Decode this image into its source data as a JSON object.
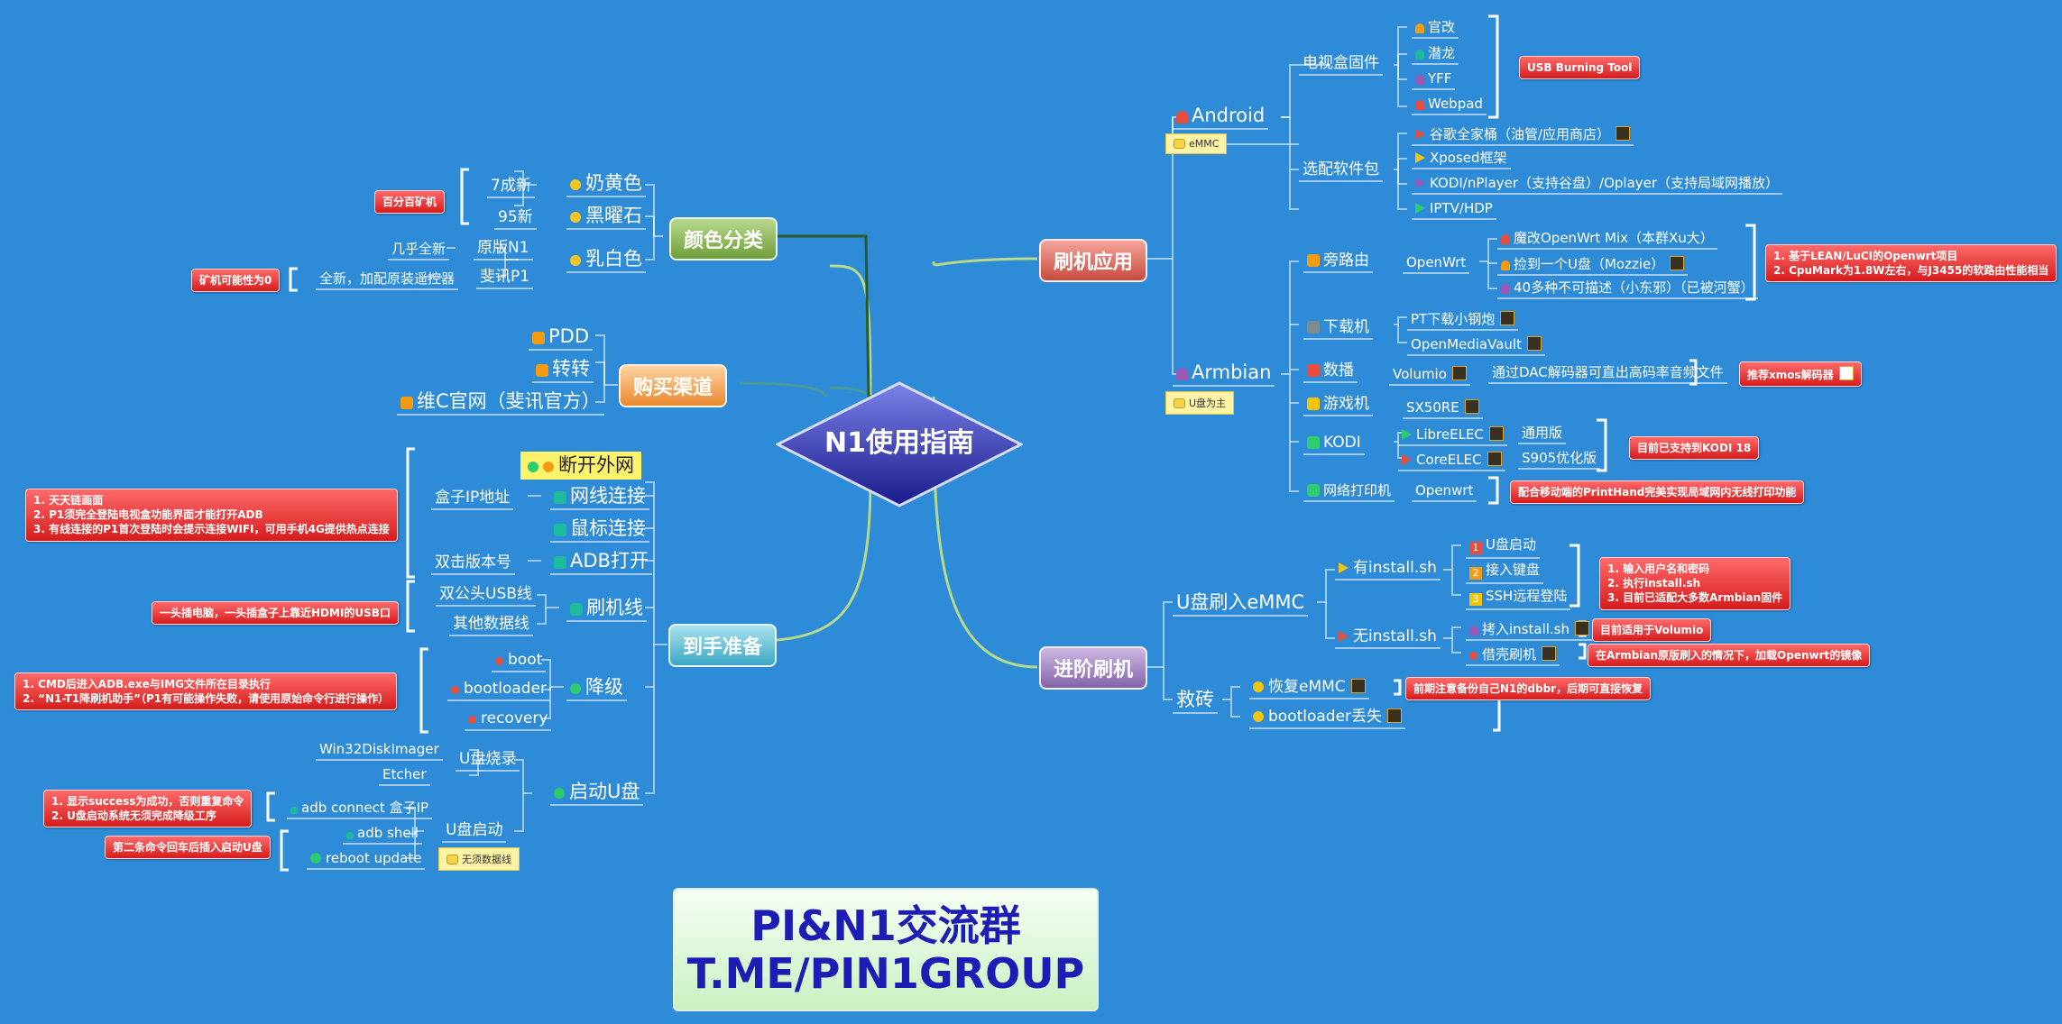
{
  "center": "N1使用指南",
  "footer": {
    "line1": "PI&N1交流群",
    "line2": "T.ME/PIN1GROUP"
  },
  "left": {
    "color": {
      "label": "颜色分类",
      "note": "百分百矿机",
      "note2": "矿机可能性为0",
      "items": [
        "奶黄色",
        "黑曜石",
        "乳白色"
      ],
      "milk_sub": [
        "7成新",
        "95新"
      ],
      "white_sub": [
        "原版N1",
        "斐讯P1"
      ],
      "n1_sub": "几乎全新",
      "p1_sub": "全新，加配原装遥控器"
    },
    "buy": {
      "label": "购买渠道",
      "items": [
        "PDD",
        "转转",
        "维C官网（斐讯官方）"
      ]
    },
    "prep": {
      "label": "到手准备",
      "disconnect": "断开外网",
      "net": "网线连接",
      "net_sub": "盒子IP地址",
      "mouse": "鼠标连接",
      "adb": "ADB打开",
      "adb_sub": "双击版本号",
      "net_note": [
        "1. 天天链画面",
        "2. P1须完全登陆电视盒功能界面才能打开ADB",
        "3. 有线连接的P1首次登陆时会提示连接WIFI，可用手机4G提供热点连接"
      ],
      "cable": "刷机线",
      "cable_sub": [
        "双公头USB线",
        "其他数据线"
      ],
      "cable_note": "一头插电脑，一头插盒子上靠近HDMI的USB口",
      "down": "降级",
      "down_sub": [
        "boot",
        "bootloader",
        "recovery"
      ],
      "down_note": [
        "1. CMD后进入ADB.exe与IMG文件所在目录执行",
        "2. “N1-T1降刷机助手”（P1有可能操作失败，请使用原始命令行进行操作）"
      ],
      "usb": "启动U盘",
      "burn": "U盘烧录",
      "burn_sub": [
        "Win32DiskImager",
        "Etcher"
      ],
      "ustart": "U盘启动",
      "ustart_sub": [
        "adb connect 盒子IP",
        "adb shell",
        "reboot update"
      ],
      "no_cable": "无须数据线",
      "u_note": [
        "1. 显示success为成功，否则重复命令",
        "2. U盘启动系统无须完成降级工序"
      ],
      "u_note2": "第二条命令回车后插入启动U盘"
    }
  },
  "right": {
    "flash": {
      "label": "刷机应用",
      "android": {
        "label": "Android",
        "tag": "eMMC",
        "fw": "电视盒固件",
        "fw_items": [
          "官改",
          "潜龙",
          "YFF",
          "Webpad"
        ],
        "fw_note": "USB Burning Tool",
        "sw": "选配软件包",
        "sw_items": [
          "谷歌全家桶（油管/应用商店）",
          "Xposed框架",
          "KODI/nPlayer（支持谷盘）/Oplayer（支持局域网播放）",
          "IPTV/HDP"
        ]
      },
      "armbian": {
        "label": "Armbian",
        "tag": "U盘为主",
        "router": "旁路由",
        "openwrt": "OpenWrt",
        "ow_items": [
          "魔改OpenWrt Mix（本群Xu大）",
          "捡到一个U盘（Mozzie）",
          "40多种不可描述（小东邪）（已被河蟹）"
        ],
        "ow_note": [
          "1. 基于LEAN/LuCI的Openwrt项目",
          "2. CpuMark为1.8W左右，与J3455的软路由性能相当"
        ],
        "dl": "下载机",
        "dl_items": [
          "PT下载小钢炮",
          "OpenMediaVault"
        ],
        "dac": "数播",
        "volumio": "Volumio",
        "dac_sub": "通过DAC解码器可直出高码率音频文件",
        "dac_note": "推荐xmos解码器",
        "game": "游戏机",
        "sx": "SX50RE",
        "kodi": "KODI",
        "kodi_items": [
          "LibreELEC",
          "CoreELEC"
        ],
        "kodi_sub": [
          "通用版",
          "S905优化版"
        ],
        "kodi_note": "目前已支持到KODI 18",
        "print": "网络打印机",
        "print_sub": "Openwrt",
        "print_note": "配合移动端的PrintHand完美实现局域网内无线打印功能"
      }
    },
    "adv": {
      "label": "进阶刷机",
      "u2e": "U盘刷入eMMC",
      "has": "有install.sh",
      "has_items": [
        "U盘启动",
        "接入键盘",
        "SSH远程登陆"
      ],
      "has_note": [
        "1. 输入用户名和密码",
        "2. 执行install.sh",
        "3. 目前已适配大多数Armbian固件"
      ],
      "no": "无install.sh",
      "no_items": [
        "拷入install.sh",
        "借壳刷机"
      ],
      "no_note1": "目前适用于Volumio",
      "no_note2": "在Armbian原版刷入的情况下，加载Openwrt的镜像",
      "brick": "救砖",
      "restore": "恢复eMMC",
      "restore_note": "前期注意备份自己N1的dbbr，后期可直接恢复",
      "bl": "bootloader丢失"
    }
  }
}
